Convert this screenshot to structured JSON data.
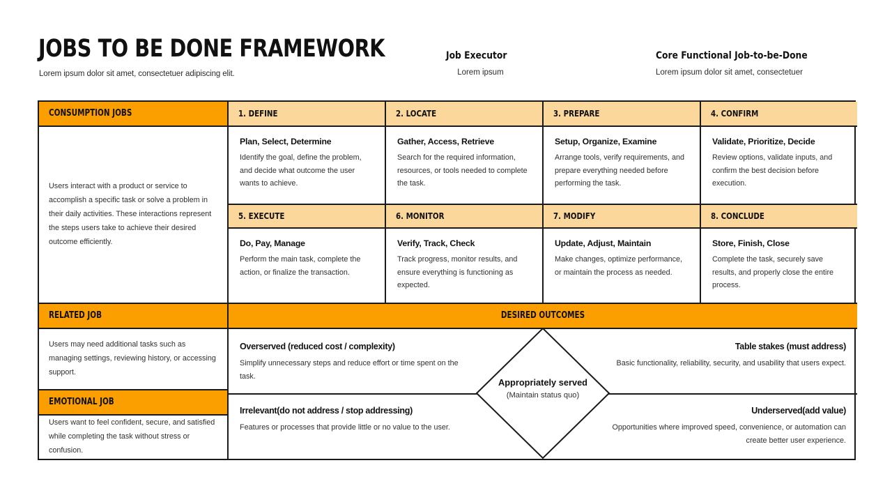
{
  "header": {
    "title": "JOBS TO BE DONE FRAMEWORK",
    "subtitle": "Lorem ipsum dolor sit amet, consectetuer adipiscing elit.",
    "columns": [
      {
        "title": "Job Executor",
        "subtitle": "Lorem ipsum"
      },
      {
        "title": "Core Functional Job-to-be-Done",
        "subtitle": "Lorem ipsum dolor sit amet, consectetuer"
      }
    ]
  },
  "colors": {
    "orange": "#FB9E00",
    "light_orange": "#FBD79B",
    "border": "#1A1A1A",
    "background": "#FFFFFF"
  },
  "consumption": {
    "label": "CONSUMPTION JOBS",
    "description": "Users interact with a product or service to accomplish a specific task or solve a problem in their daily activities. These interactions represent the steps users take to achieve their desired outcome efficiently."
  },
  "stages": [
    {
      "number": "1. DEFINE",
      "verbs": "Plan, Select, Determine",
      "description": "Identify the goal, define the problem, and decide what outcome the user wants to achieve."
    },
    {
      "number": "2. LOCATE",
      "verbs": "Gather, Access, Retrieve",
      "description": "Search for the required information, resources, or tools needed to complete the task."
    },
    {
      "number": "3. PREPARE",
      "verbs": "Setup, Organize, Examine",
      "description": "Arrange tools, verify requirements, and prepare everything needed before performing the task."
    },
    {
      "number": "4. CONFIRM",
      "verbs": "Validate, Prioritize, Decide",
      "description": "Review options, validate inputs, and confirm the best decision before execution."
    },
    {
      "number": "5. EXECUTE",
      "verbs": "Do, Pay, Manage",
      "description": "Perform the main task, complete the action, or finalize the transaction."
    },
    {
      "number": "6. MONITOR",
      "verbs": "Verify, Track, Check",
      "description": "Track progress, monitor results, and ensure everything is functioning as expected."
    },
    {
      "number": "7. MODIFY",
      "verbs": "Update, Adjust, Maintain",
      "description": "Make changes, optimize performance, or maintain the process as needed."
    },
    {
      "number": "8. CONCLUDE",
      "verbs": "Store, Finish, Close",
      "description": "Complete the task, securely save results, and properly close the entire process."
    }
  ],
  "related_job": {
    "label": "RELATED JOB",
    "description": "Users may need additional tasks such as managing settings, reviewing history, or accessing support."
  },
  "emotional_job": {
    "label": "EMOTIONAL JOB",
    "description": "Users want to feel confident, secure, and satisfied while completing the task without stress or confusion."
  },
  "desired_outcomes": {
    "label": "DESIRED OUTCOMES",
    "center": {
      "title": "Appropriately served",
      "note": "(Maintain status quo)"
    },
    "quadrants": [
      {
        "position": "top-left",
        "title": "Overserved (reduced cost / complexity)",
        "description": "Simplify unnecessary steps and reduce effort or time spent on the task."
      },
      {
        "position": "top-right",
        "title": "Table stakes (must address)",
        "description": "Basic functionality, reliability, security, and usability that users expect."
      },
      {
        "position": "bottom-left",
        "title": "Irrelevant(do not address / stop addressing)",
        "description": "Features or processes that provide little or no value to the user."
      },
      {
        "position": "bottom-right",
        "title": "Underserved(add value)",
        "description": "Opportunities where improved speed, convenience, or automation can create better user experience."
      }
    ]
  }
}
